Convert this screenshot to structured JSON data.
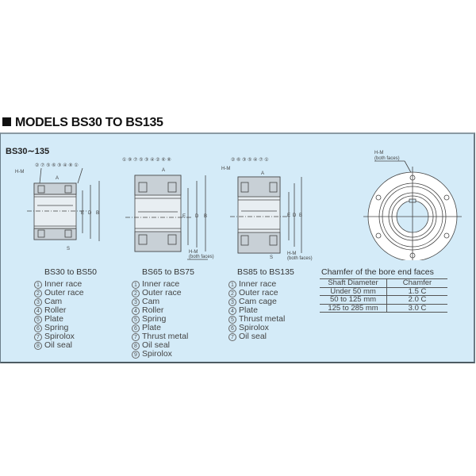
{
  "title": "MODELS BS30 TO BS135",
  "panel": {
    "series_label": "BS30∼135",
    "drawings": [
      {
        "id": "bs30-50",
        "part_callouts": [
          "2",
          "7",
          "5",
          "6",
          "3",
          "4",
          "8",
          "1"
        ],
        "dims": {
          "A": "A",
          "C": "C",
          "E": "E",
          "D": "D",
          "B": "B",
          "S": "S",
          "HM": "H-M"
        },
        "caption": "BS30 to BS50",
        "parts": [
          {
            "n": "1",
            "label": "Inner race"
          },
          {
            "n": "2",
            "label": "Outer race"
          },
          {
            "n": "3",
            "label": "Cam"
          },
          {
            "n": "4",
            "label": "Roller"
          },
          {
            "n": "5",
            "label": "Plate"
          },
          {
            "n": "6",
            "label": "Spring"
          },
          {
            "n": "7",
            "label": "Spirolox"
          },
          {
            "n": "8",
            "label": "Oil seal"
          }
        ]
      },
      {
        "id": "bs65-75",
        "part_callouts": [
          "1",
          "9",
          "7",
          "5",
          "3",
          "4",
          "2",
          "6",
          "8"
        ],
        "dims": {
          "A": "A",
          "C": "C",
          "E": "E",
          "D": "D",
          "B": "B",
          "HM": "H-M",
          "HM_note": "(both faces)"
        },
        "caption": "BS65 to BS75",
        "parts": [
          {
            "n": "1",
            "label": "Inner race"
          },
          {
            "n": "2",
            "label": "Outer race"
          },
          {
            "n": "3",
            "label": "Cam"
          },
          {
            "n": "4",
            "label": "Roller"
          },
          {
            "n": "5",
            "label": "Spring"
          },
          {
            "n": "6",
            "label": "Plate"
          },
          {
            "n": "7",
            "label": "Thrust metal"
          },
          {
            "n": "8",
            "label": "Oil seal"
          },
          {
            "n": "9",
            "label": "Spirolox"
          }
        ]
      },
      {
        "id": "bs85-135",
        "part_callouts": [
          "2",
          "6",
          "3",
          "5",
          "4",
          "7",
          "1"
        ],
        "dims": {
          "A": "A",
          "C": "C",
          "E": "E",
          "D": "D",
          "B": "B",
          "S": "S",
          "HM": "H-M",
          "HM_note": "(both faces)"
        },
        "caption": "BS85 to BS135",
        "parts": [
          {
            "n": "1",
            "label": "Inner race"
          },
          {
            "n": "2",
            "label": "Outer race"
          },
          {
            "n": "3",
            "label": "Cam cage"
          },
          {
            "n": "4",
            "label": "Plate"
          },
          {
            "n": "5",
            "label": "Thrust metal"
          },
          {
            "n": "6",
            "label": "Spirolox"
          },
          {
            "n": "7",
            "label": "Oil seal"
          }
        ]
      }
    ],
    "end_view": {
      "HM": "H-M",
      "HM_note": "(both faces)"
    },
    "chamfer": {
      "title": "Chamfer of the bore end faces",
      "headers": [
        "Shaft Diameter",
        "Chamfer"
      ],
      "rows": [
        [
          "Under 50 mm",
          "1.5 C"
        ],
        [
          "50 to 125 mm",
          "2.0 C"
        ],
        [
          "125 to 285 mm",
          "3.0 C"
        ]
      ]
    }
  }
}
